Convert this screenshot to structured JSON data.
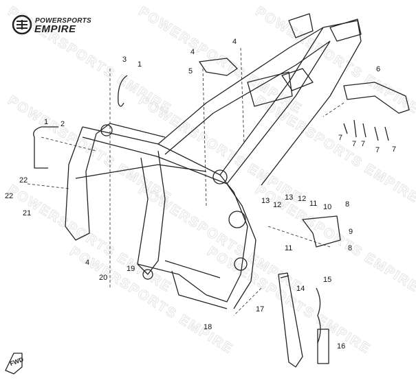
{
  "brand": {
    "top": "POWERSPORTS",
    "main": "EMPIRE"
  },
  "watermark": "POWERSPORTS EMPIRE",
  "fwd_label": "FWD",
  "callouts": [
    "1",
    "3",
    "4",
    "4",
    "5",
    "6",
    "1",
    "2",
    "22",
    "22",
    "21",
    "4",
    "20",
    "19",
    "7",
    "7",
    "7",
    "7",
    "7",
    "13",
    "12",
    "13",
    "12",
    "11",
    "10",
    "8",
    "9",
    "11",
    "8",
    "15",
    "14",
    "17",
    "16",
    "18"
  ]
}
